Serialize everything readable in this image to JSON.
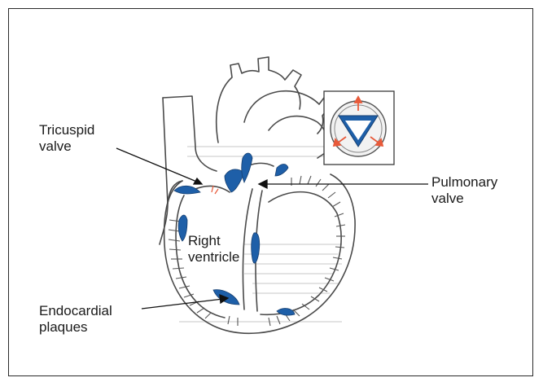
{
  "labels": {
    "tricuspid": [
      "Tricuspid",
      "valve"
    ],
    "pulmonary": [
      "Pulmonary",
      "valve"
    ],
    "ventricle": [
      "Right",
      "ventricle"
    ],
    "endocardial": [
      "Endocardial",
      "plaques"
    ]
  },
  "colors": {
    "outline": "#4a4a4a",
    "lesion_blue": "#1e5fa8",
    "arrow_red": "#e85a3a",
    "background_text": "#cfcfcf"
  }
}
